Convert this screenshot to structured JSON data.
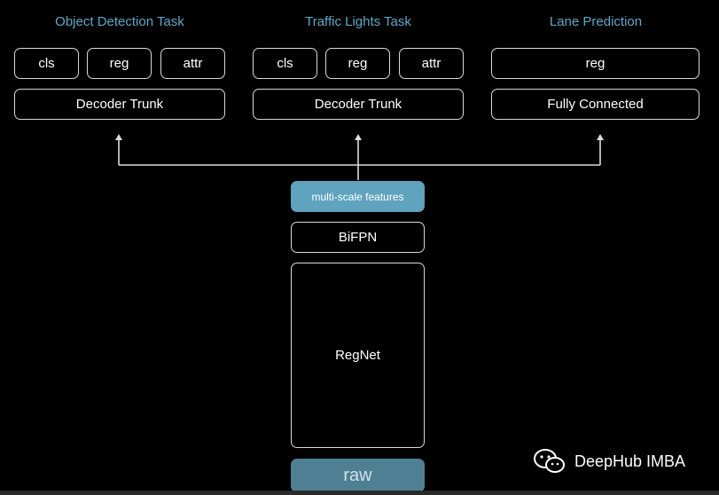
{
  "tasks": [
    {
      "title": "Object Detection Task",
      "heads": [
        "cls",
        "reg",
        "attr"
      ],
      "trunk": "Decoder Trunk"
    },
    {
      "title": "Traffic Lights Task",
      "heads": [
        "cls",
        "reg",
        "attr"
      ],
      "trunk": "Decoder Trunk"
    },
    {
      "title": "Lane Prediction",
      "heads": [
        "reg"
      ],
      "trunk": "Fully Connected"
    }
  ],
  "backbone": {
    "features": "multi-scale features",
    "neck": "BiFPN",
    "net": "RegNet",
    "input": "raw"
  },
  "watermark": "DeepHub IMBA",
  "colors": {
    "title": "#5fa8c8",
    "features": "#5fa3bf",
    "raw": "#4e7f93"
  }
}
